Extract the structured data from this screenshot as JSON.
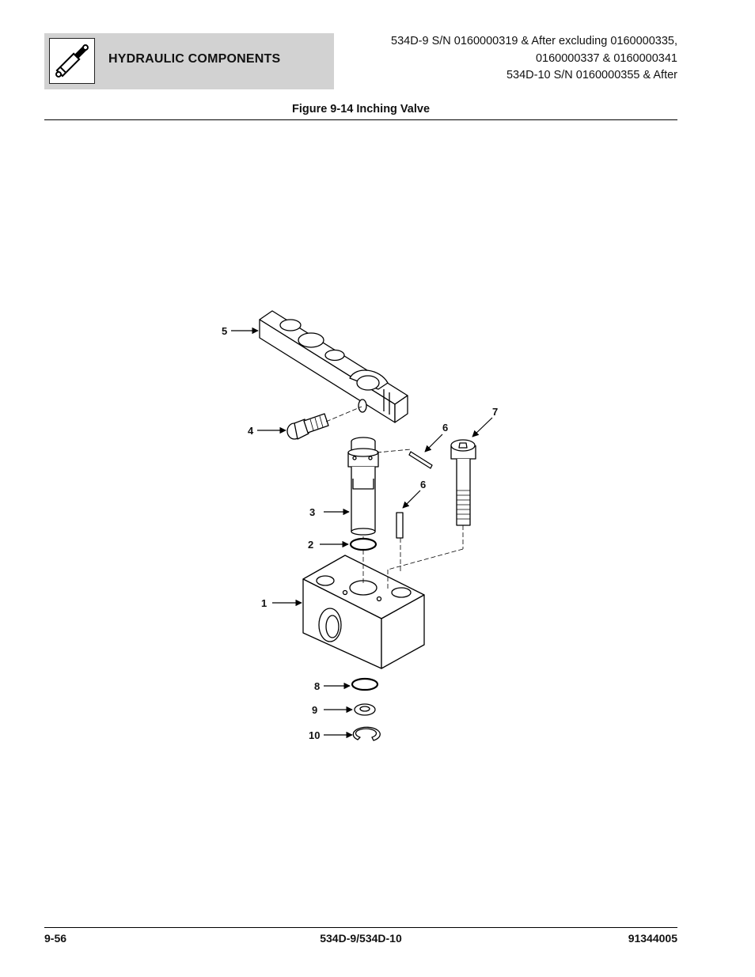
{
  "header": {
    "section_title": "HYDRAULIC COMPONENTS",
    "section_icon": "hydraulic-cylinder-icon",
    "serial_lines": [
      "534D-9 S/N 0160000319 & After excluding 0160000335,",
      "0160000337 & 0160000341",
      "534D-10 S/N 0160000355 & After"
    ]
  },
  "figure": {
    "title": "Figure 9-14 Inching Valve",
    "callouts": [
      "1",
      "2",
      "3",
      "4",
      "5",
      "6",
      "6",
      "7",
      "8",
      "9",
      "10"
    ]
  },
  "footer": {
    "page_number": "9-56",
    "model": "534D-9/534D-10",
    "doc_number": "91344005"
  }
}
